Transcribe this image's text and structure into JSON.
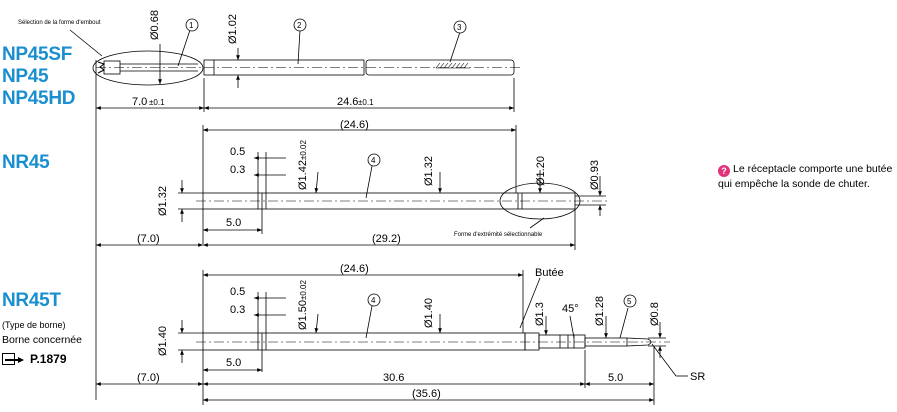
{
  "models": {
    "np45sf": "NP45SF",
    "np45": "NP45",
    "np45hd": "NP45HD",
    "nr45": "NR45",
    "nr45t": "NR45T"
  },
  "side": {
    "type_line": "(Type de borne)",
    "borne_line": "Borne concernée",
    "page_ref": "P.1879",
    "ref_icon": "hand-pointing-icon"
  },
  "note": {
    "icon": "question-icon",
    "text": "Le réceptacle comporte une butée qui empêche la sonde de chuter."
  },
  "np": {
    "selection_label": "Sélection de la forme d'embout",
    "d068": "Ø0.68",
    "d102": "Ø1.02",
    "num1": "1",
    "num2": "2",
    "num3": "3",
    "len_tip": "7.0",
    "tol_tip": "±0.1",
    "len_body": "24.6",
    "tol_body": "±0.1"
  },
  "nr45": {
    "top_len": "(24.6)",
    "d05": "0.5",
    "d03": "0.3",
    "d142": "Ø1.42",
    "d142_tol": "±0.02",
    "num4": "4",
    "d132_top": "Ø1.32",
    "d120": "Ø1.20",
    "d093": "Ø0.93",
    "d132_left": "Ø1.32",
    "d50": "5.0",
    "tip_label": "Forme d'extrémité sélectionnable",
    "len70": "(7.0)",
    "len292": "(29.2)"
  },
  "nr45t": {
    "top_len": "(24.6)",
    "butee": "Butée",
    "d05": "0.5",
    "d03": "0.3",
    "d150": "Ø1.50",
    "d150_tol": "±0.02",
    "num4": "4",
    "d140_top": "Ø1.40",
    "d13": "Ø1.3",
    "angle": "45°",
    "d128": "Ø1.28",
    "num5": "5",
    "d08": "Ø0.8",
    "d140_left": "Ø1.40",
    "d50": "5.0",
    "len70": "(7.0)",
    "len306": "30.6",
    "len50b": "5.0",
    "sr": "SR",
    "len356": "(35.6)"
  }
}
